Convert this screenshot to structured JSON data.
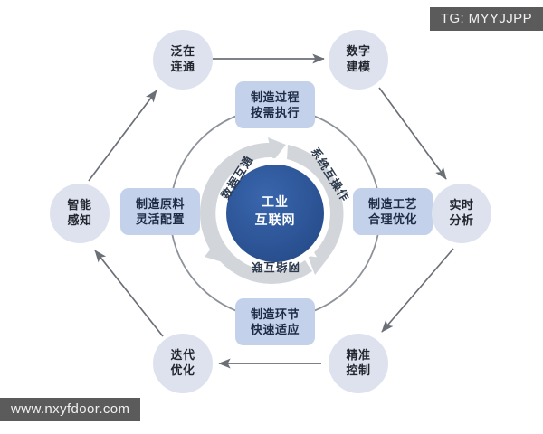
{
  "watermarks": {
    "top_right": "TG: MYYJJPP",
    "bottom_left": "www.nxyfdoor.com"
  },
  "center": {
    "line1": "工业",
    "line2": "互联网"
  },
  "ring_labels": [
    {
      "id": "data-interop",
      "text": "数据互通",
      "position": "left"
    },
    {
      "id": "system-interop",
      "text": "系统互操作",
      "position": "right"
    },
    {
      "id": "network-interconnect",
      "text": "网络互联",
      "position": "bottom"
    }
  ],
  "capability_boxes": [
    {
      "id": "top",
      "line1": "制造过程",
      "line2": "按需执行"
    },
    {
      "id": "left",
      "line1": "制造原料",
      "line2": "灵活配置"
    },
    {
      "id": "right",
      "line1": "制造工艺",
      "line2": "合理优化"
    },
    {
      "id": "bottom",
      "line1": "制造环节",
      "line2": "快速适应"
    }
  ],
  "outer_nodes": [
    {
      "id": "ubiquitous-connection",
      "line1": "泛在",
      "line2": "连通"
    },
    {
      "id": "digital-modeling",
      "line1": "数字",
      "line2": "建模"
    },
    {
      "id": "realtime-analysis",
      "line1": "实时",
      "line2": "分析"
    },
    {
      "id": "precise-control",
      "line1": "精准",
      "line2": "控制"
    },
    {
      "id": "iterative-optimization",
      "line1": "迭代",
      "line2": "优化"
    },
    {
      "id": "intelligent-sensing",
      "line1": "智能",
      "line2": "感知"
    }
  ],
  "colors": {
    "center_blue": "#2d5597",
    "box_fill": "#c3d2ea",
    "node_fill": "#dde2ee",
    "arc_gray": "#d2d5da",
    "arrow_gray": "#6b6f76",
    "ring_stroke": "#8d9299",
    "watermark_bg": "#5b5b5b",
    "background": "#ffffff"
  }
}
